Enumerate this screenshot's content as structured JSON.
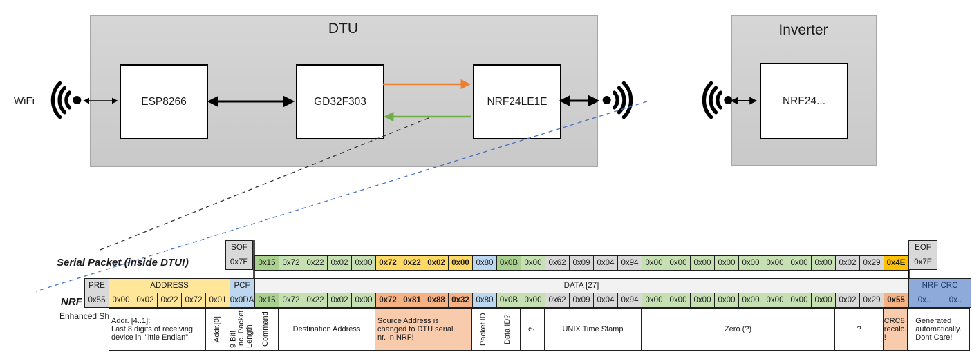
{
  "colors": {
    "gray": "#D9D9D9",
    "green_light": "#C6E0B4",
    "green_med": "#A9D08E",
    "gold": "#FFD966",
    "orange": "#FFC000",
    "blue_light": "#BDD7EE",
    "yellow": "#FFE699",
    "salmon": "#F4B183",
    "salmon_light": "#F8CBAD",
    "crc_blue": "#8EAADB",
    "crc_text": "#1F3864",
    "data_header_bg": "#F2F2F2",
    "white": "#FFFFFF",
    "orange_arrow": "#ED7D31",
    "green_arrow": "#70AD47",
    "blue_dashed": "#4472C4"
  },
  "diagram": {
    "dtu_label": "DTU",
    "inverter_label": "Inverter",
    "wifi_label": "WiFi",
    "components": {
      "esp8266": "ESP8266",
      "gd32": "GD32F303",
      "nrf_dtu": "NRF24LE1E",
      "nrf_inverter": "NRF24..."
    }
  },
  "serial_packet": {
    "label": "Serial Packet (inside DTU!)",
    "sof": {
      "header": "SOF",
      "value": "0x7E"
    },
    "eof": {
      "header": "EOF",
      "value": "0x7F"
    },
    "bytes": [
      {
        "v": "0x15",
        "c": "green_med"
      },
      {
        "v": "0x72",
        "c": "green_light"
      },
      {
        "v": "0x22",
        "c": "green_light"
      },
      {
        "v": "0x02",
        "c": "green_light"
      },
      {
        "v": "0x00",
        "c": "green_light"
      },
      {
        "v": "0x72",
        "c": "gold",
        "b": true
      },
      {
        "v": "0x22",
        "c": "gold",
        "b": true
      },
      {
        "v": "0x02",
        "c": "gold",
        "b": true
      },
      {
        "v": "0x00",
        "c": "gold",
        "b": true
      },
      {
        "v": "0x80",
        "c": "blue_light"
      },
      {
        "v": "0x0B",
        "c": "green_med"
      },
      {
        "v": "0x00",
        "c": "green_light"
      },
      {
        "v": "0x62",
        "c": "gray"
      },
      {
        "v": "0x09",
        "c": "gray"
      },
      {
        "v": "0x04",
        "c": "gray"
      },
      {
        "v": "0x94",
        "c": "gray"
      },
      {
        "v": "0x00",
        "c": "green_light"
      },
      {
        "v": "0x00",
        "c": "green_light"
      },
      {
        "v": "0x00",
        "c": "green_light"
      },
      {
        "v": "0x00",
        "c": "green_light"
      },
      {
        "v": "0x00",
        "c": "green_light"
      },
      {
        "v": "0x00",
        "c": "green_light"
      },
      {
        "v": "0x00",
        "c": "green_light"
      },
      {
        "v": "0x00",
        "c": "green_light"
      },
      {
        "v": "0x02",
        "c": "gray"
      },
      {
        "v": "0x29",
        "c": "gray"
      },
      {
        "v": "0x4E",
        "c": "orange",
        "b": true
      }
    ]
  },
  "nrf_packet": {
    "label": "NRF Packet",
    "sublabel": "Enhanced Shockburst",
    "pre": {
      "header": "PRE",
      "value": "0x55"
    },
    "address_header": "ADDRESS",
    "address_values": [
      {
        "v": "0x00",
        "c": "yellow"
      },
      {
        "v": "0x02",
        "c": "yellow"
      },
      {
        "v": "0x22",
        "c": "yellow"
      },
      {
        "v": "0x72",
        "c": "yellow"
      },
      {
        "v": "0x01",
        "c": "yellow"
      }
    ],
    "pcf": {
      "header": "PCF",
      "value": "0x0DA"
    },
    "data_header": "DATA [27]",
    "bytes": [
      {
        "v": "0x15",
        "c": "green_med"
      },
      {
        "v": "0x72",
        "c": "green_light"
      },
      {
        "v": "0x22",
        "c": "green_light"
      },
      {
        "v": "0x02",
        "c": "green_light"
      },
      {
        "v": "0x00",
        "c": "green_light"
      },
      {
        "v": "0x72",
        "c": "salmon",
        "b": true
      },
      {
        "v": "0x81",
        "c": "salmon",
        "b": true
      },
      {
        "v": "0x88",
        "c": "salmon",
        "b": true
      },
      {
        "v": "0x32",
        "c": "salmon",
        "b": true
      },
      {
        "v": "0x80",
        "c": "blue_light"
      },
      {
        "v": "0x0B",
        "c": "green_light"
      },
      {
        "v": "0x00",
        "c": "green_light"
      },
      {
        "v": "0x62",
        "c": "gray"
      },
      {
        "v": "0x09",
        "c": "gray"
      },
      {
        "v": "0x04",
        "c": "gray"
      },
      {
        "v": "0x94",
        "c": "gray"
      },
      {
        "v": "0x00",
        "c": "green_light"
      },
      {
        "v": "0x00",
        "c": "green_light"
      },
      {
        "v": "0x00",
        "c": "green_light"
      },
      {
        "v": "0x00",
        "c": "green_light"
      },
      {
        "v": "0x00",
        "c": "green_light"
      },
      {
        "v": "0x00",
        "c": "green_light"
      },
      {
        "v": "0x00",
        "c": "green_light"
      },
      {
        "v": "0x00",
        "c": "green_light"
      },
      {
        "v": "0x02",
        "c": "gray"
      },
      {
        "v": "0x29",
        "c": "gray"
      },
      {
        "v": "0x55",
        "c": "salmon",
        "b": true
      }
    ],
    "crc": {
      "header": "NRF CRC",
      "values": [
        {
          "v": "0x..",
          "c": "crc_blue",
          "tc": "crc_text"
        },
        {
          "v": "0x..",
          "c": "crc_blue",
          "tc": "crc_text"
        }
      ]
    }
  },
  "annotations": [
    {
      "v": "Addr. [4..1]:\nLast 8 digits of receiving\ndevice in \"little Endian\"",
      "span": 4,
      "c": "white",
      "align": "left"
    },
    {
      "v": "Addr.[0]",
      "span": 1,
      "c": "white",
      "vert": true
    },
    {
      "v": "9 Bit!\nInc. Packet\nLength",
      "span": 1,
      "c": "white",
      "vert": true
    },
    {
      "v": "Command",
      "span": 1,
      "c": "white",
      "vert": true
    },
    {
      "v": "Destination Address",
      "span": 4,
      "c": "white"
    },
    {
      "v": "Source Address is\nchanged to DTU serial\nnr. in NRF!",
      "span": 4,
      "c": "salmon_light",
      "align": "left"
    },
    {
      "v": "Packet ID",
      "span": 1,
      "c": "white",
      "vert": true
    },
    {
      "v": "Data ID?",
      "span": 1,
      "c": "white",
      "vert": true
    },
    {
      "v": "?",
      "span": 1,
      "c": "white",
      "vert": true
    },
    {
      "v": "UNIX Time Stamp",
      "span": 4,
      "c": "white"
    },
    {
      "v": "Zero (?)",
      "span": 8,
      "c": "white"
    },
    {
      "v": "?",
      "span": 2,
      "c": "white"
    },
    {
      "v": "CRC8\nrecalc.\n!",
      "span": 1,
      "c": "salmon_light"
    },
    {
      "v": "Generated\nautomatically.\nDont Care!",
      "span": 2,
      "c": "white"
    }
  ]
}
